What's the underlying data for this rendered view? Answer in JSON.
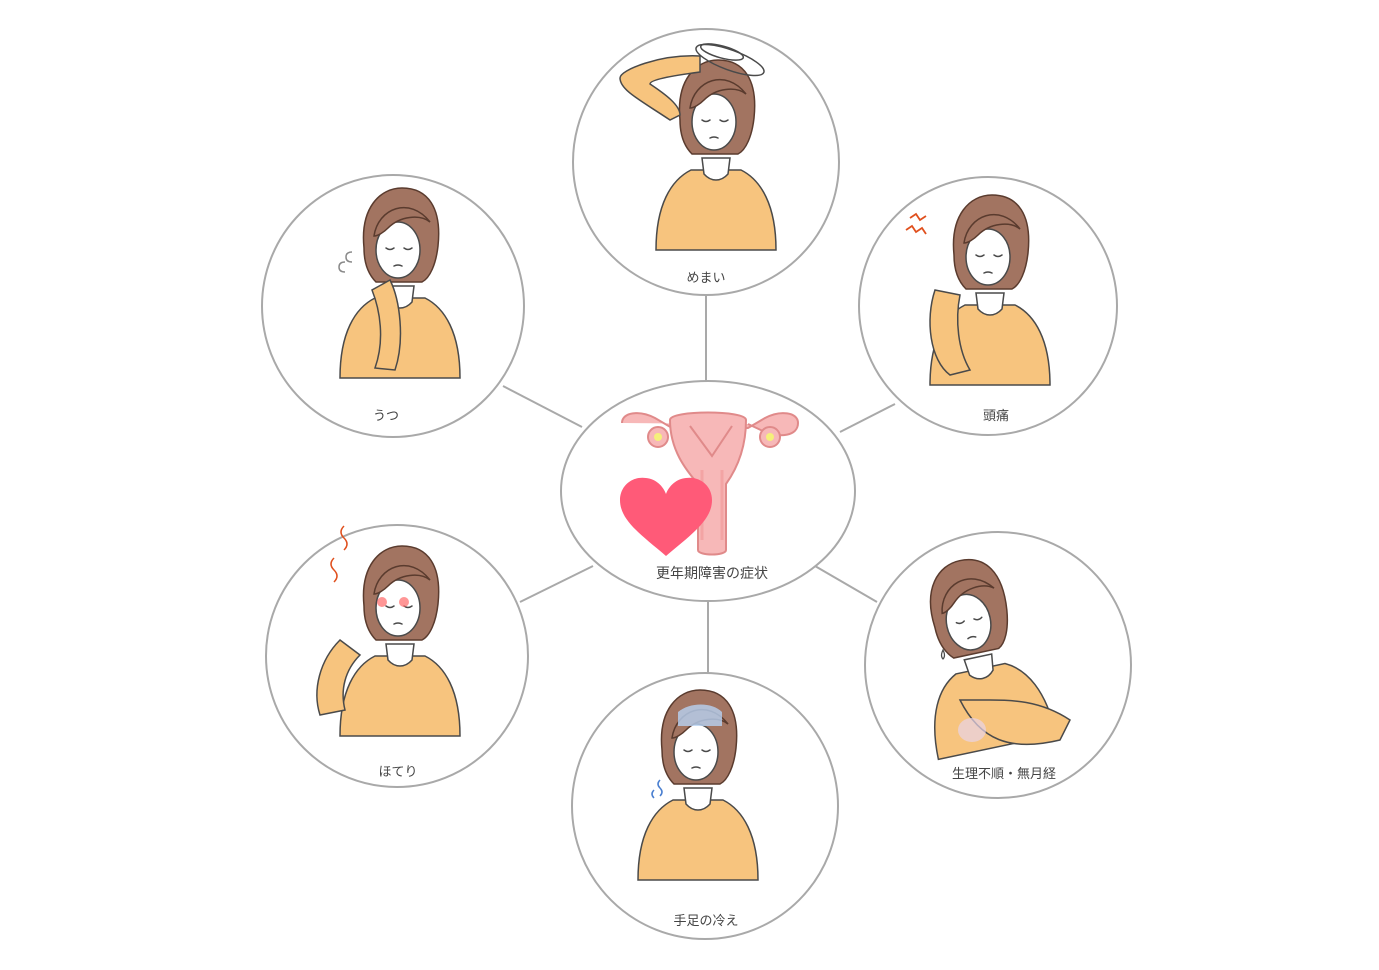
{
  "center": {
    "label": "更年期障害の症状",
    "icons": [
      "uterus-icon",
      "heart-icon"
    ],
    "colors": {
      "heart": "#ff5a78",
      "uterus": "#f7b8b8",
      "uterus_line": "#e08a8a",
      "ovary": "#f5f07a"
    }
  },
  "symptoms": [
    {
      "id": "dizziness",
      "label": "めまい"
    },
    {
      "id": "headache",
      "label": "頭痛"
    },
    {
      "id": "menstrual",
      "label": "生理不順・無月経"
    },
    {
      "id": "cold",
      "label": "手足の冷え"
    },
    {
      "id": "hotflash",
      "label": "ほてり"
    },
    {
      "id": "depression",
      "label": "うつ"
    }
  ],
  "colors": {
    "ring": "#a9a9a9",
    "shirt": "#f7c47e",
    "hair": "#a27461",
    "text": "#444444"
  }
}
